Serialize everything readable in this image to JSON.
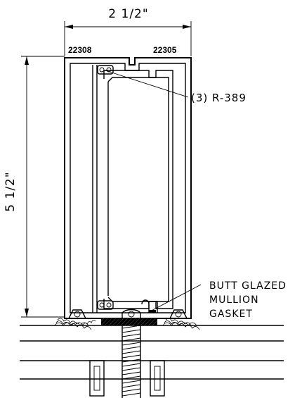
{
  "dimensions": {
    "width_label": "2 1/2\"",
    "height_label": "5 1/2\""
  },
  "part_numbers": {
    "left": "22308",
    "right": "22305"
  },
  "callouts": {
    "fasteners": "(3) R-389",
    "gasket_line1": "BUTT GLAZED",
    "gasket_line2": "MULLION",
    "gasket_line3": "GASKET"
  }
}
